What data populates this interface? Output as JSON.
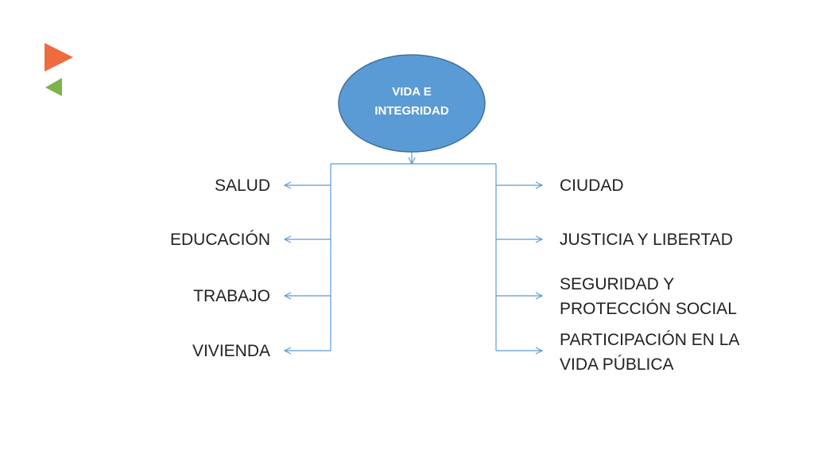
{
  "colors": {
    "accent_orange": "#EE6A3F",
    "accent_green": "#7FB24A",
    "node_fill": "#5B9BD5",
    "node_stroke": "#41719C",
    "connector": "#5B9BD5",
    "text": "#222222"
  },
  "decoration": {
    "icons": [
      "play-right-icon",
      "play-left-icon"
    ]
  },
  "root": {
    "line1": "VIDA E",
    "line2": "INTEGRIDAD"
  },
  "left_branches": [
    {
      "label": "SALUD"
    },
    {
      "label": "EDUCACIÓN"
    },
    {
      "label": "TRABAJO"
    },
    {
      "label": "VIVIENDA"
    }
  ],
  "right_branches": [
    {
      "line1": "CIUDAD",
      "line2": ""
    },
    {
      "line1": "JUSTICIA Y LIBERTAD",
      "line2": ""
    },
    {
      "line1": "SEGURIDAD Y",
      "line2": "PROTECCIÓN SOCIAL"
    },
    {
      "line1": "PARTICIPACIÓN EN LA",
      "line2": "VIDA PÚBLICA"
    }
  ]
}
